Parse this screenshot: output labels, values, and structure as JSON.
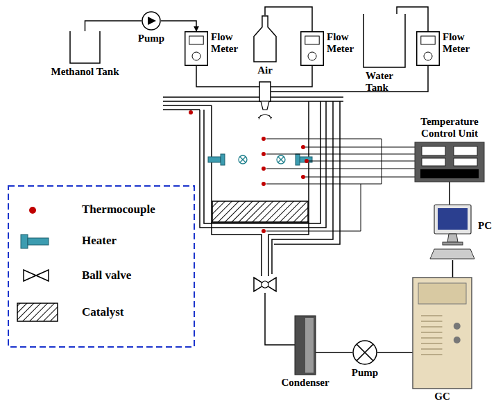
{
  "diagram": {
    "nodes": [
      {
        "text": [
          "Methanol Tank"
        ]
      },
      {
        "text": [
          "Pump"
        ]
      },
      {
        "text": [
          "Flow Meter"
        ]
      },
      {
        "text": [
          "Air"
        ]
      },
      {
        "text": [
          "Flow Meter"
        ]
      },
      {
        "text": [
          "Water Tank"
        ]
      },
      {
        "text": [
          "Flow Meter"
        ]
      },
      {
        "text": [
          "Temperature Control Unit"
        ]
      },
      {
        "text": [
          "PC"
        ]
      },
      {
        "text": [
          "Condenser"
        ]
      },
      {
        "text": [
          "Pump"
        ]
      },
      {
        "text": [
          "GC"
        ]
      }
    ],
    "edges": [
      {
        "from": 0,
        "to": 1,
        "arrow": "none"
      },
      {
        "from": 1,
        "to": 2,
        "arrow": "to"
      },
      {
        "from": 3,
        "to": 4,
        "arrow": "none"
      },
      {
        "from": 5,
        "to": 6,
        "arrow": "none"
      },
      {
        "from": 7,
        "to": 8,
        "arrow": "none"
      },
      {
        "from": 8,
        "to": 11,
        "arrow": "none"
      },
      {
        "from": 9,
        "to": 10,
        "arrow": "none"
      },
      {
        "from": 10,
        "to": 11,
        "arrow": "none"
      }
    ],
    "legend": [
      {
        "text": "Thermocouple",
        "color": "#c00000"
      },
      {
        "text": "Heater"
      },
      {
        "text": "Ball valve"
      },
      {
        "text": "Catalyst"
      }
    ]
  }
}
